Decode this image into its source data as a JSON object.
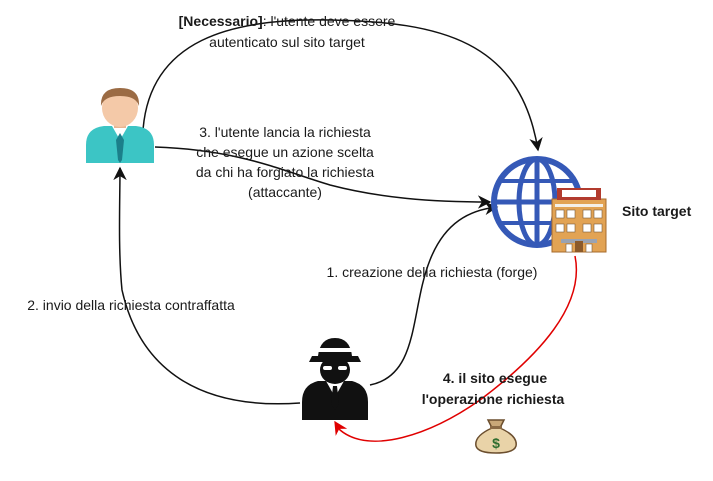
{
  "labels": {
    "prerequisite_bold": "[Necessario]",
    "prerequisite_rest": ": l'utente deve essere",
    "prerequisite_line2": "autenticato sul sito target",
    "step3_line1": "3. l'utente lancia la richiesta",
    "step3_line2": "che esegue un azione scelta",
    "step3_line3": "da chi ha forgiato la richiesta",
    "step3_line4": "(attaccante)",
    "step1": "1. creazione della richiesta (forge)",
    "step2": "2. invio della richiesta contraffatta",
    "step4_line1": "4. il sito esegue",
    "step4_line2": "l'operazione richiesta",
    "target_site": "Sito target"
  },
  "icons": {
    "user": "user-icon",
    "hacker": "hacker-icon",
    "globe": "globe-icon",
    "building": "building-icon",
    "money_bag": "money-bag-icon"
  },
  "colors": {
    "connector": "#111111",
    "response": "#e00000",
    "globe": "#3559b7",
    "user_shirt": "#3cc5c5",
    "tie": "#1b7f8a",
    "hair": "#9b6b44",
    "skin": "#f4c9a8"
  }
}
